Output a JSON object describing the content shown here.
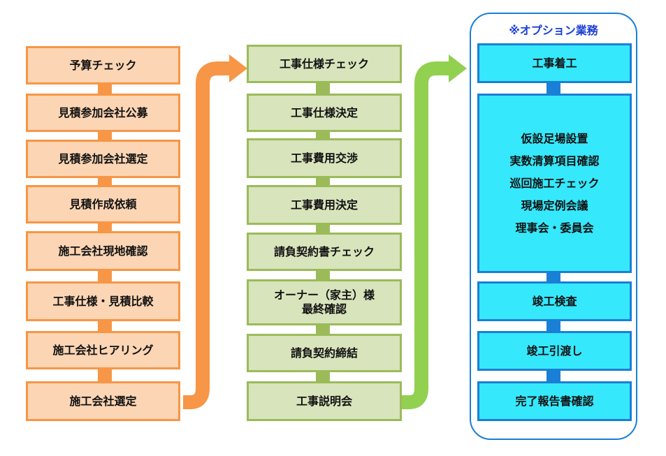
{
  "colors": {
    "orange_fill": "#fcd5b4",
    "orange_border": "#f79646",
    "green_fill": "#d8e4bc",
    "green_border": "#9bbb59",
    "blue_fill": "#36e8fb",
    "blue_border": "#1a7fd6",
    "option_title": "#1a3fd6"
  },
  "column1": {
    "steps": [
      "予算チェック",
      "見積参加会社公募",
      "見積参加会社選定",
      "見積作成依頼",
      "施工会社現地確認",
      "工事仕様・見積比較",
      "施工会社ヒアリング",
      "施工会社選定"
    ]
  },
  "column2": {
    "steps": [
      "工事仕様チェック",
      "工事仕様決定",
      "工事費用交渉",
      "工事費用決定",
      "請負契約書チェック",
      "オーナー（家主）様",
      "最終確認",
      "請負契約締結",
      "工事説明会"
    ]
  },
  "column3": {
    "title": "※オプション業務",
    "start": "工事着工",
    "middle": [
      "仮設足場設置",
      "実数清算項目確認",
      "巡回施工チェック",
      "現場定例会議",
      "理事会・委員会"
    ],
    "inspection": "竣工検査",
    "handover": "竣工引渡し",
    "report": "完了報告書確認"
  }
}
